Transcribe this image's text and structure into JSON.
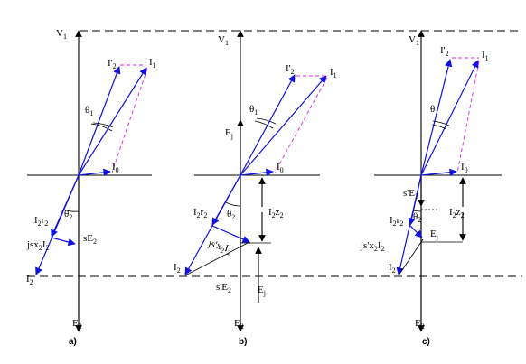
{
  "colors": {
    "phasor": "#1010e0",
    "projection": "#e020e0",
    "axis": "#000000"
  },
  "panels": [
    {
      "id": "a",
      "caption": "a)",
      "labels": {
        "v1_main": "V",
        "v1_sub": "1",
        "i2p_main": "I'",
        "i2p_sub": "2",
        "i1_main": "I",
        "i1_sub": "1",
        "theta1_main": "θ",
        "theta1_sub": "1",
        "i0_main": "I",
        "i0_sub": "0",
        "theta2_main": "θ",
        "theta2_sub": "2",
        "i2r2_a": "I",
        "i2r2_s1": "2",
        "i2r2_b": "r",
        "i2r2_s2": "2",
        "jsx_a": "jsx",
        "jsx_s1": "2",
        "jsx_b": "I",
        "jsx_s2": "2",
        "se2_main": "sE",
        "se2_sub": "2",
        "i2_main": "I",
        "i2_sub": "2",
        "e2_main": "E",
        "e2_sub": "2"
      }
    },
    {
      "id": "b",
      "caption": "b)",
      "labels": {
        "v1_main": "V",
        "v1_sub": "1",
        "i2p_main": "I'",
        "i2p_sub": "2",
        "i1_main": "I",
        "i1_sub": "1",
        "theta1_main": "θ",
        "theta1_sub": "1",
        "ej_main": "E",
        "ej_sub": "j",
        "i0_main": "I",
        "i0_sub": "0",
        "theta2_main": "θ",
        "theta2_sub": "2",
        "i2r2_a": "I",
        "i2r2_s1": "2",
        "i2r2_b": "r",
        "i2r2_s2": "2",
        "i2z2_a": "I",
        "i2z2_s1": "2",
        "i2z2_b": "z",
        "i2z2_s2": "2",
        "jsx_a": "js'x",
        "jsx_s1": "2",
        "jsx_b": "I",
        "jsx_s2": "2",
        "i2_main": "I",
        "i2_sub": "2",
        "se2_main": "s'E",
        "se2_sub": "2",
        "ej2_main": "E",
        "ej2_sub": "j",
        "e2_main": "E",
        "e2_sub": "2"
      }
    },
    {
      "id": "c",
      "caption": "c)",
      "labels": {
        "v1_main": "V",
        "v1_sub": "1",
        "i2p_main": "I'",
        "i2p_sub": "2",
        "i1_main": "I",
        "i1_sub": "1",
        "theta1_main": "θ",
        "theta1_sub": "1",
        "i0_main": "I",
        "i0_sub": "0",
        "se2_main": "s'E",
        "se2_sub": "2",
        "theta2_main": "θ",
        "theta2_sub": "2",
        "i2r2_a": "I",
        "i2r2_s1": "2",
        "i2r2_b": "r",
        "i2r2_s2": "2",
        "i2z2_a": "I",
        "i2z2_s1": "2",
        "i2z2_b": "z",
        "i2z2_s2": "2",
        "jsx_a": "js'x",
        "jsx_s1": "2",
        "jsx_b": "I",
        "jsx_s2": "2",
        "ej_main": "E",
        "ej_sub": "j",
        "i2_main": "I",
        "i2_sub": "2",
        "e2_main": "E",
        "e2_sub": "2"
      }
    }
  ]
}
